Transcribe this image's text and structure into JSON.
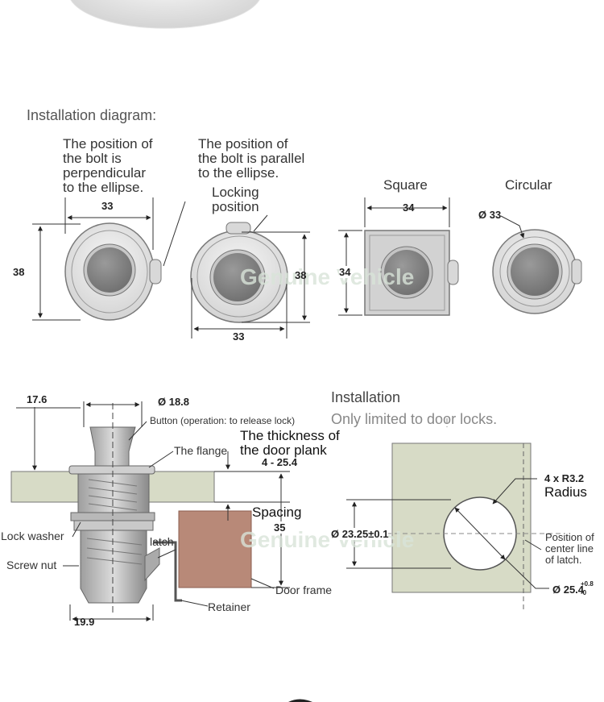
{
  "header": {
    "title": "Installation diagram:"
  },
  "top_diagrams": {
    "perpendicular_caption": "The position of\nthe bolt is\nperpendicular\nto the ellipse.",
    "parallel_caption": "The position of\nthe bolt is parallel\nto the ellipse.",
    "locking_position": "Locking\nposition",
    "square_title": "Square",
    "circular_title": "Circular",
    "dim_33_a": "33",
    "dim_38_a": "38",
    "dim_38_b": "38",
    "dim_33_b": "33",
    "dim_34_w": "34",
    "dim_34_h": "34",
    "dim_phi33": "Ø 33"
  },
  "watermark": {
    "text": "Genuine Vehicle"
  },
  "lock_diagram": {
    "dim_17_6": "17.6",
    "dim_phi18_8": "Ø 18.8",
    "button_label": "Button (operation: to release lock)",
    "flange_label": "The flange",
    "thickness_label": "The thickness of\nthe door plank",
    "dim_4_25_4": "4 - 25.4",
    "spacing_label": "Spacing",
    "dim_35": "35",
    "lock_washer": "Lock washer",
    "latch": "latch",
    "screw_nut": "Screw nut",
    "door_frame": "Door frame",
    "retainer": "Retainer",
    "dim_19_9": "19.9"
  },
  "installation": {
    "title": "Installation",
    "subtitle": "Only limited to door locks.",
    "dim_4xr32": "4 x R3.2",
    "radius": "Radius",
    "dim_phi23_25": "Ø 23.25±0.1",
    "center_line": "Position of\ncenter line\nof latch.",
    "dim_phi25_4": "Ø 25.4",
    "tol_plus": "+0.8",
    "tol_minus": "-0"
  },
  "colors": {
    "plank": "#d9dcc9",
    "frame": "#b98b79",
    "square_bg": "#d0d0d0",
    "metal": "#c8c8c8",
    "core": "#8a8a8a"
  }
}
